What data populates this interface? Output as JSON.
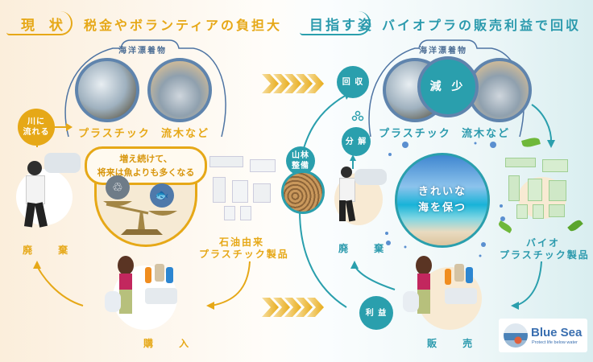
{
  "current": {
    "tag": "現 状",
    "headline": "税金やボランティアの負担大",
    "marine_debris_label": "海洋漂着物",
    "caption_plastic": "プラスチック",
    "caption_driftwood": "流木など",
    "river_badge": "川に\n流れる",
    "warning_bubble_line1": "増え続けて、",
    "warning_bubble_line2": "将来は魚よりも多くなる",
    "scale_left_icon": "plastic-recycle-icon",
    "scale_right_icon": "fish-icon",
    "products_label_line1": "石油由来",
    "products_label_line2": "プラスチック製品",
    "stage_dispose": "廃 棄",
    "stage_purchase": "購 入",
    "accent_color": "#e6a817"
  },
  "goal": {
    "tag": "目指す姿",
    "headline": "バイオプラの販売利益で回収",
    "marine_debris_label": "海洋漂着物",
    "caption_plastic": "プラスチック",
    "caption_driftwood": "流木など",
    "reduce_badge": "減 少",
    "collect_badge": "回 収",
    "decompose_badge": "分 解",
    "forest_badge": "山林\n整備",
    "profit_badge": "利 益",
    "clean_sea_line1": "きれいな",
    "clean_sea_line2": "海を保つ",
    "products_label_line1": "バイオ",
    "products_label_line2": "プラスチック製品",
    "stage_dispose": "廃 棄",
    "stage_sell": "販 売",
    "accent_color": "#2a9fad"
  },
  "logo": {
    "name": "Blue Sea",
    "tagline": "Protect life below water"
  }
}
